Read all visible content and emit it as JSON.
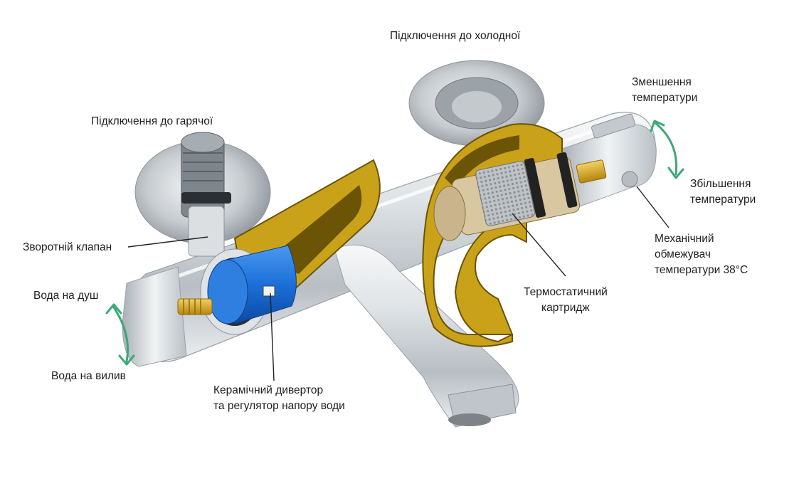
{
  "labels": {
    "cold_connection": "Підключення до холодної",
    "hot_connection": "Підключення до гарячої",
    "temp_decrease_1": "Зменшення",
    "temp_decrease_2": "температури",
    "temp_increase_1": "Збільшення",
    "temp_increase_2": "температури",
    "limiter_1": "Механічний",
    "limiter_2": "обмежувач",
    "limiter_3": "температури 38°C",
    "check_valve": "Зворотній клапан",
    "to_shower": "Вода на душ",
    "to_spout": "Вода на вилив",
    "thermo_cartridge_1": "Термостатичний",
    "thermo_cartridge_2": "картридж",
    "ceramic_diverter_1": "Керамічний дивертор",
    "ceramic_diverter_2": "та регулятор напору води"
  },
  "colors": {
    "chrome_light": "#eef0f2",
    "chrome_mid": "#c9ced3",
    "chrome_dark": "#8c949b",
    "brass_cut": "#c9a21a",
    "brass_dark": "#6b5406",
    "cartridge_blue": "#1d6fd6",
    "cartridge_beige": "#d9c7a2",
    "arrow_green": "#3aa978",
    "leader_line": "#222222"
  },
  "icons": [
    "double-arrow-icon"
  ]
}
